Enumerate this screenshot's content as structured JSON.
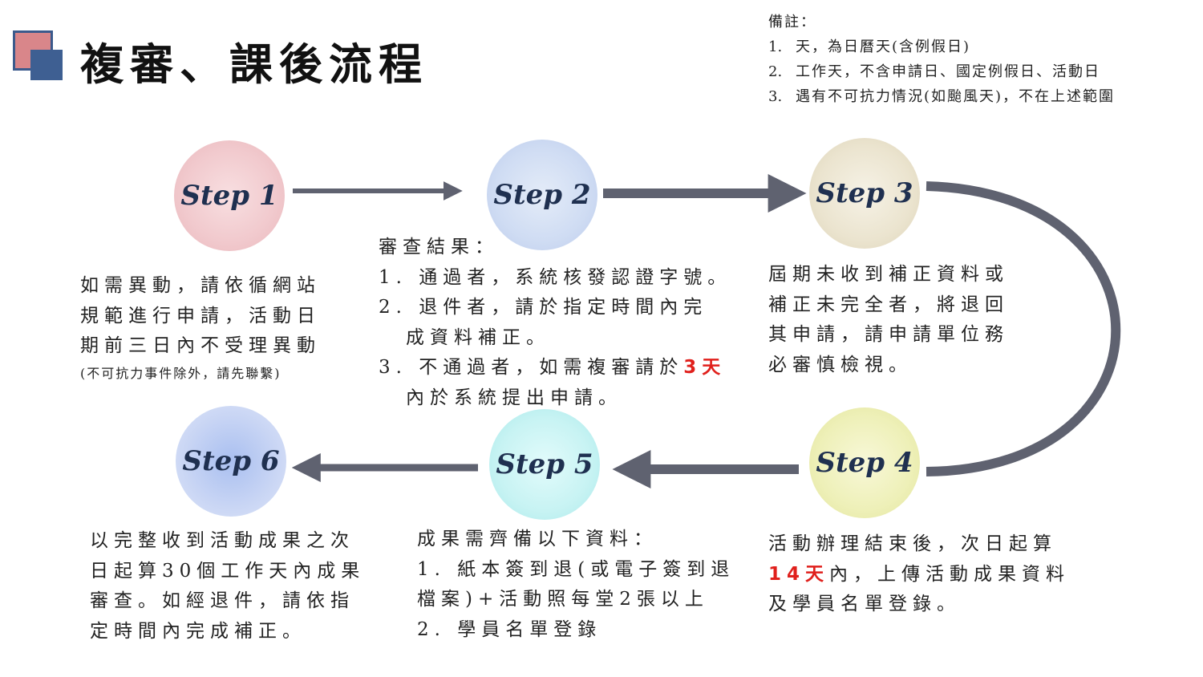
{
  "header": {
    "title": "複審、課後流程"
  },
  "notes": {
    "heading": "備註：",
    "items": [
      {
        "num": "1.",
        "text": "天，為日曆天(含例假日)"
      },
      {
        "num": "2.",
        "text": "工作天，不含申請日、國定例假日、活動日"
      },
      {
        "num": "3.",
        "text": "遇有不可抗力情況(如颱風天)，不在上述範圍"
      }
    ]
  },
  "steps": [
    {
      "label": "Step 1",
      "color": "#f1c9cd"
    },
    {
      "label": "Step 2",
      "color": "#cfdcf3"
    },
    {
      "label": "Step 3",
      "color": "#ebe4cf"
    },
    {
      "label": "Step 4",
      "color": "#eef0b8"
    },
    {
      "label": "Step 5",
      "color": "#c7f3f3"
    },
    {
      "label": "Step 6",
      "color": "#c7d4f4"
    }
  ],
  "descriptions": {
    "step1": {
      "line1": "如需異動，請依循網站",
      "line2": "規範進行申請，活動日",
      "line3": "期前三日內不受理異動",
      "note": "(不可抗力事件除外，請先聯繫)"
    },
    "step2": {
      "heading": "審查結果：",
      "item1": "1. 通過者，系統核發認證字號。",
      "item2a": "2. 退件者，請於指定時間內完",
      "item2b": "成資料補正。",
      "item3a_pre": "3. 不通過者，如需複審請於",
      "item3a_red": "3天",
      "item3b": "內於系統提出申請。"
    },
    "step3": {
      "line1": "屆期未收到補正資料或",
      "line2": "補正未完全者，將退回",
      "line3": "其申請，請申請單位務",
      "line4": "必審慎檢視。"
    },
    "step4": {
      "line1": "活動辦理結束後，次日起算",
      "line2_red": "14天",
      "line2_post": "內，上傳活動成果資料",
      "line3": "及學員名單登錄。"
    },
    "step5": {
      "heading": "成果需齊備以下資料：",
      "item1a": "1. 紙本簽到退(或電子簽到退",
      "item1b": "檔案)+活動照每堂2張以上",
      "item2": "2. 學員名單登錄"
    },
    "step6": {
      "line1": "以完整收到活動成果之次",
      "line2": "日起算30個工作天內成果",
      "line3": "審查。如經退件，請依指",
      "line4": "定時間內完成補正。"
    }
  },
  "colors": {
    "arrow": "#5f6270",
    "accent_red": "#e0201c",
    "logo_red": "#d9868a",
    "logo_blue": "#3e5f92"
  }
}
